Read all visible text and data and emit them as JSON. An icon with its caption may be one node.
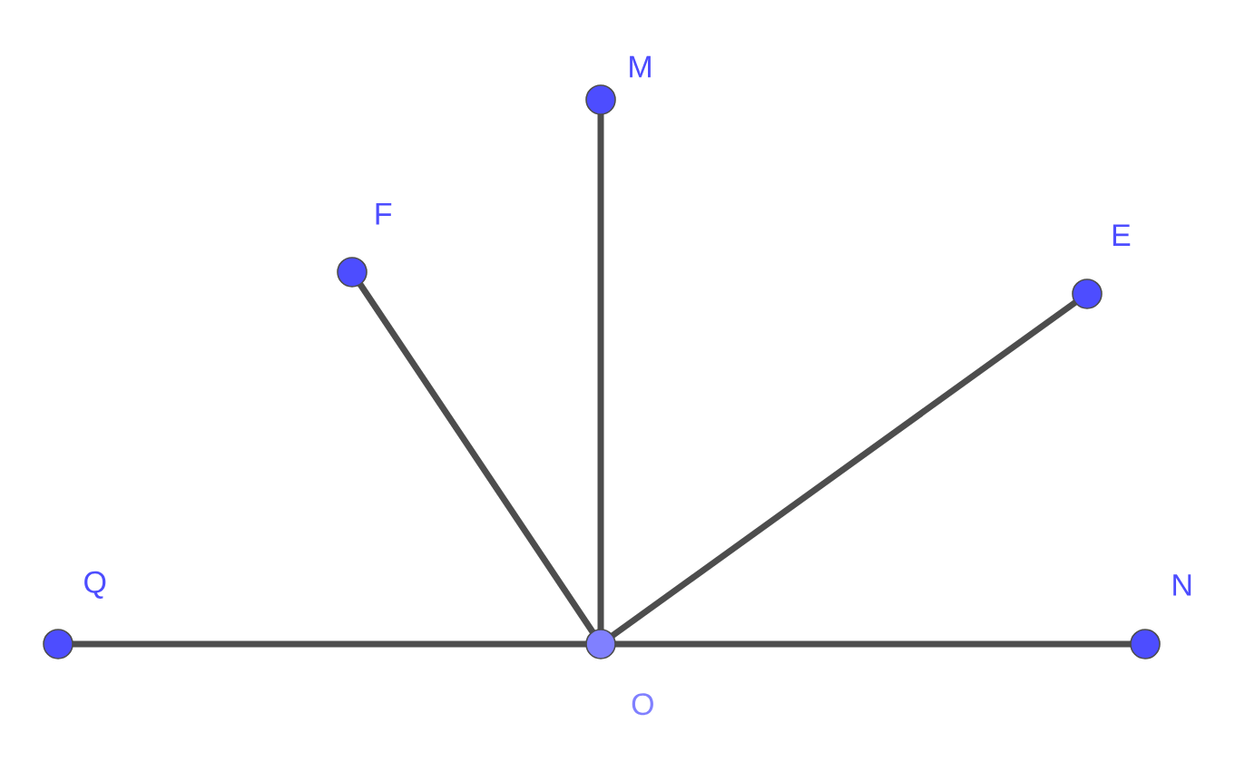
{
  "diagram": {
    "nodes": [
      {
        "text": [
          "M"
        ]
      },
      {
        "text": [
          "F"
        ]
      },
      {
        "text": [
          "E"
        ]
      },
      {
        "text": [
          "Q"
        ]
      },
      {
        "text": [
          "O"
        ]
      },
      {
        "text": [
          "N"
        ]
      }
    ],
    "edges": [
      {
        "from": 4,
        "to": 0,
        "arrow": "none"
      },
      {
        "from": 4,
        "to": 1,
        "arrow": "none"
      },
      {
        "from": 4,
        "to": 2,
        "arrow": "none"
      },
      {
        "from": 4,
        "to": 3,
        "arrow": "none"
      },
      {
        "from": 4,
        "to": 5,
        "arrow": "none"
      }
    ]
  }
}
